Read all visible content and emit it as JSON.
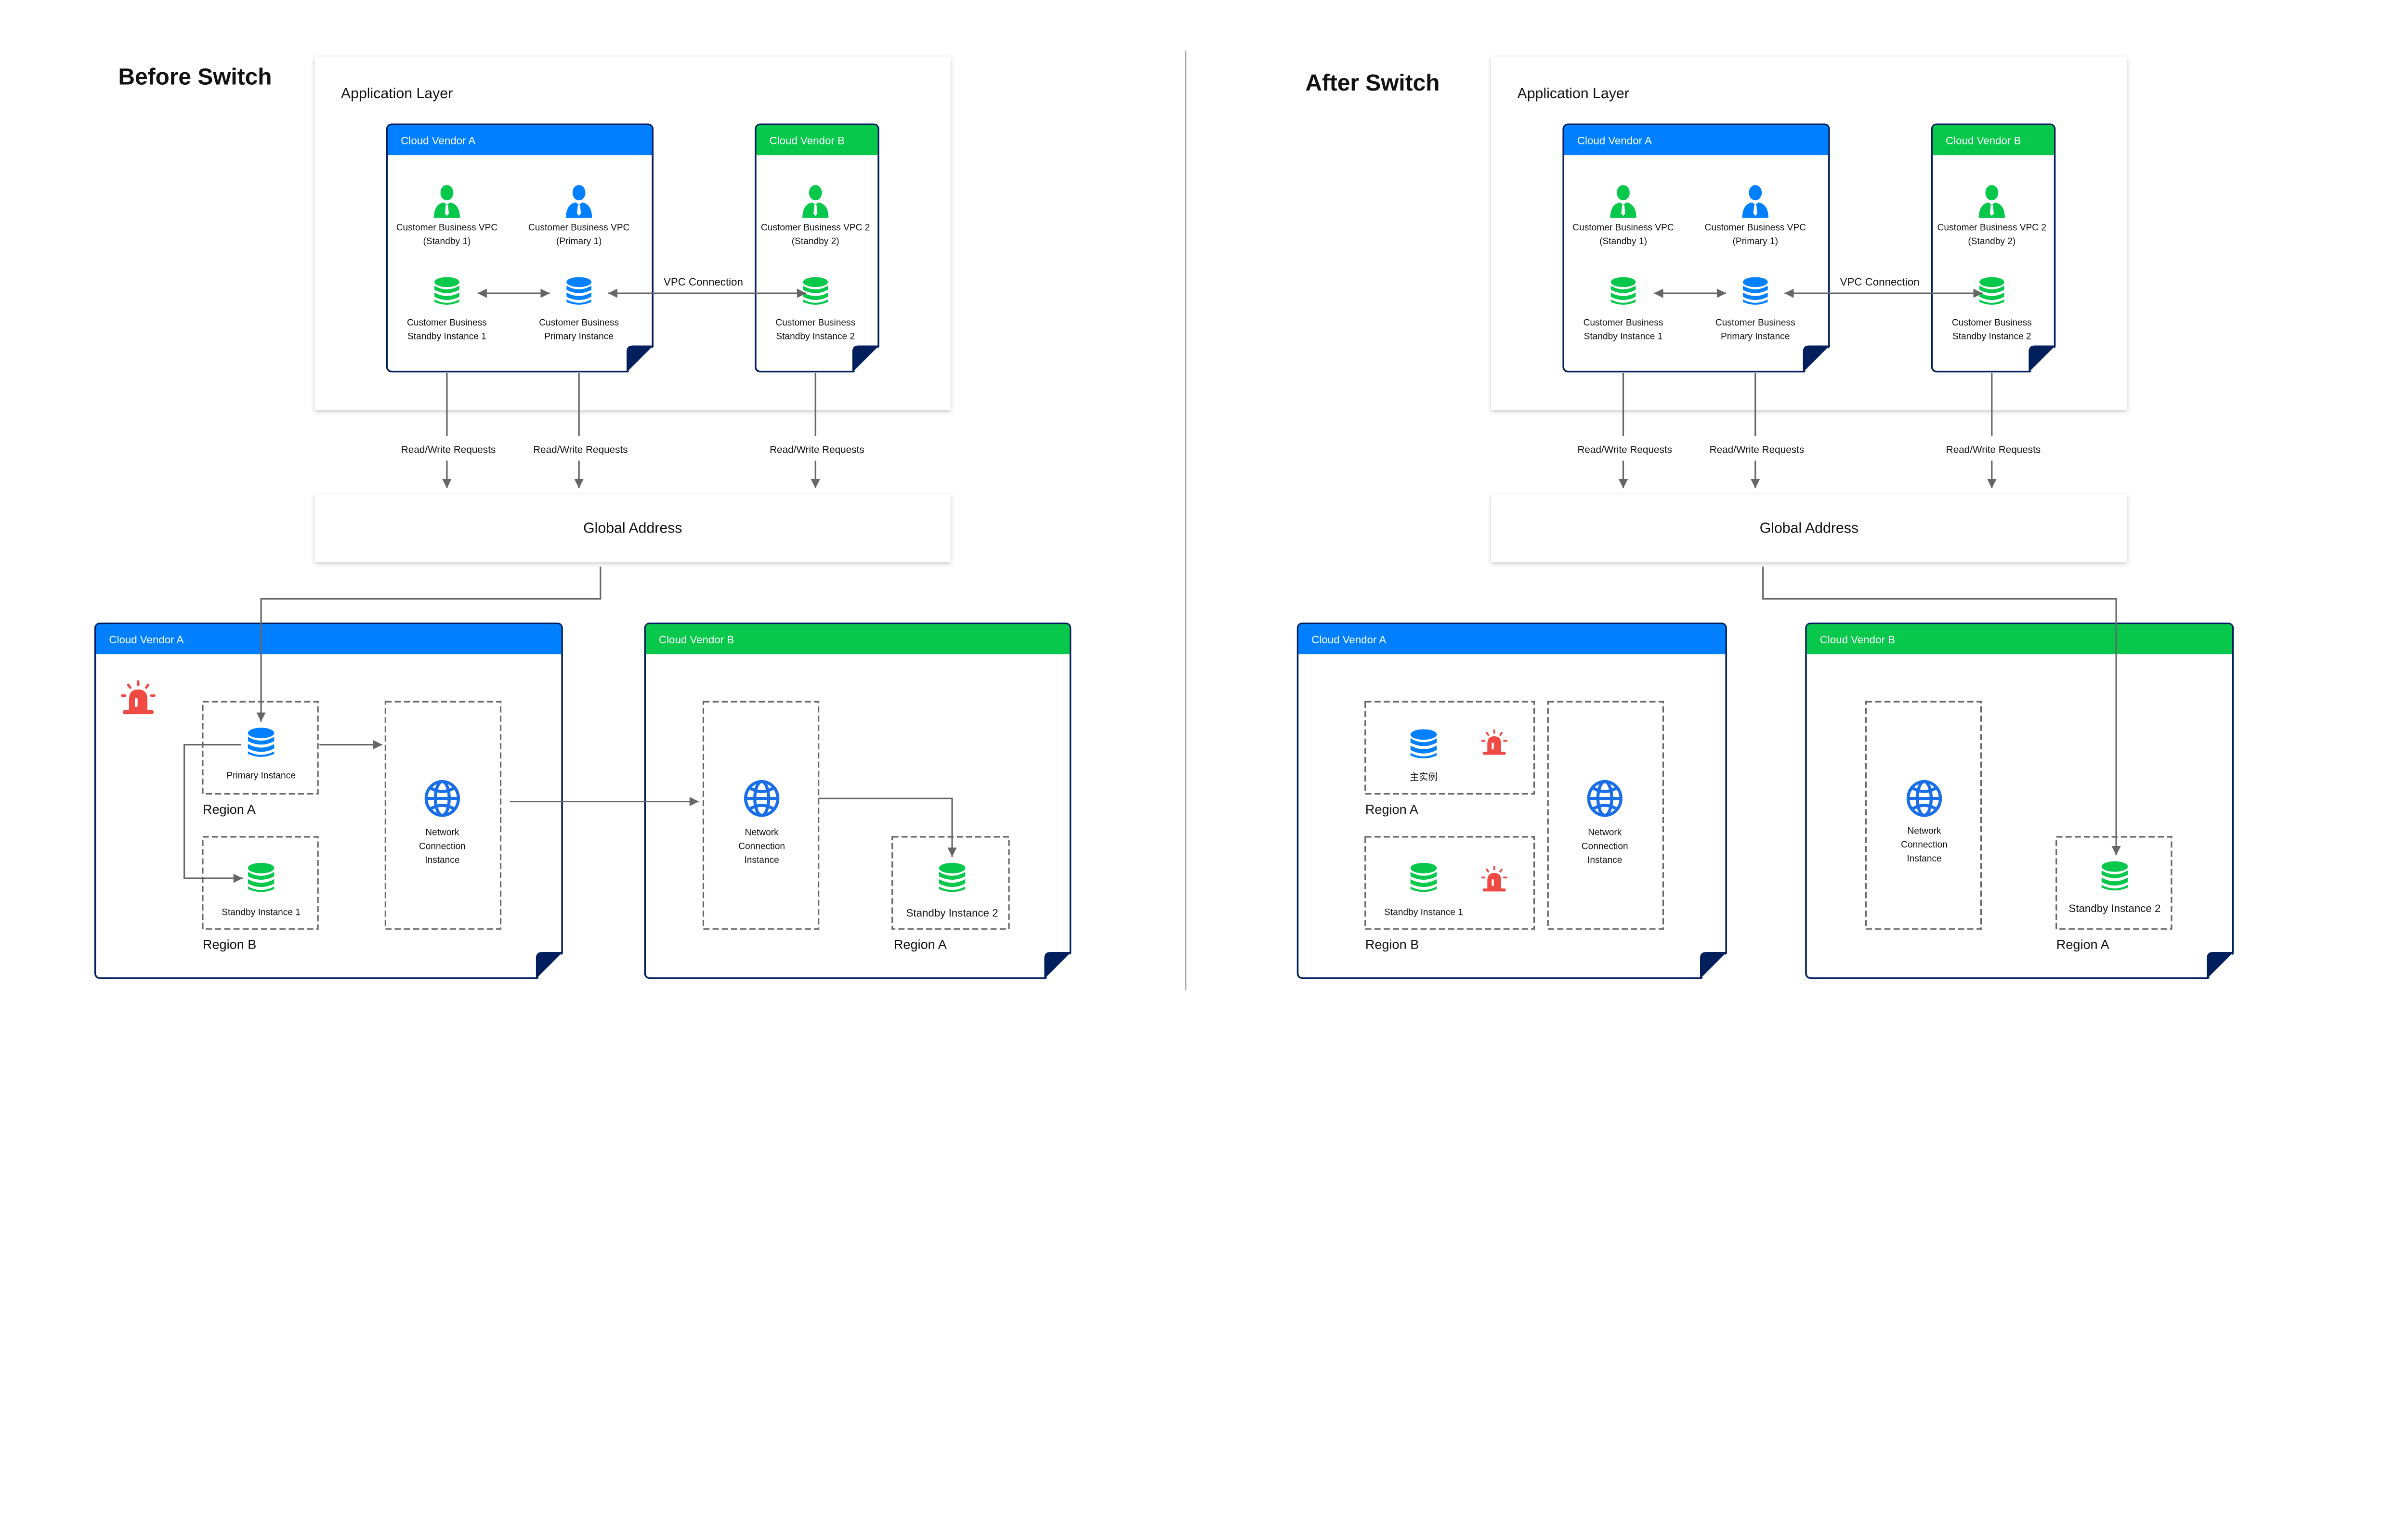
{
  "colors": {
    "vendor_a": "#0080ff",
    "vendor_b": "#07c84a",
    "alarm": "#f04a45",
    "card_border": "#001f5c",
    "connector": "#666666"
  },
  "icons": [
    "person-icon",
    "database-icon",
    "globe-icon",
    "alarm-icon"
  ],
  "panels": [
    {
      "title": "Before Switch",
      "app_layer": {
        "title": "Application Layer",
        "vendor_a": "Cloud Vendor A",
        "vendor_b": "Cloud Vendor B",
        "vpc_standby1": [
          "Customer Business VPC",
          "(Standby 1)"
        ],
        "vpc_primary": [
          "Customer Business VPC",
          "(Primary 1)"
        ],
        "vpc_standby2": [
          "Customer Business VPC 2",
          "(Standby 2)"
        ],
        "db_standby1": [
          "Customer Business",
          "Standby Instance 1"
        ],
        "db_primary": [
          "Customer Business",
          "Primary Instance"
        ],
        "db_standby2": [
          "Customer Business",
          "Standby Instance 2"
        ],
        "vpc_connection": "VPC Connection"
      },
      "requests": [
        "Read/Write Requests",
        "Read/Write Requests",
        "Read/Write Requests"
      ],
      "global_address": "Global Address",
      "bottom_vendor_a": {
        "title": "Cloud Vendor A",
        "region_a_instance": "Primary Instance",
        "region_a_label": "Region A",
        "region_b_instance": "Standby Instance 1",
        "region_b_label": "Region B",
        "network": [
          "Network",
          "Connection",
          "Instance"
        ]
      },
      "bottom_vendor_b": {
        "title": "Cloud Vendor B",
        "network": [
          "Network",
          "Connection",
          "Instance"
        ],
        "instance": "Standby Instance 2",
        "region_label": "Region A"
      }
    },
    {
      "title": "After Switch",
      "app_layer": {
        "title": "Application Layer",
        "vendor_a": "Cloud Vendor A",
        "vendor_b": "Cloud Vendor B",
        "vpc_standby1": [
          "Customer Business VPC",
          "(Standby 1)"
        ],
        "vpc_primary": [
          "Customer Business VPC",
          "(Primary 1)"
        ],
        "vpc_standby2": [
          "Customer Business VPC 2",
          "(Standby 2)"
        ],
        "db_standby1": [
          "Customer Business",
          "Standby Instance 1"
        ],
        "db_primary": [
          "Customer Business",
          "Primary Instance"
        ],
        "db_standby2": [
          "Customer Business",
          "Standby Instance 2"
        ],
        "vpc_connection": "VPC Connection"
      },
      "requests": [
        "Read/Write Requests",
        "Read/Write Requests",
        "Read/Write Requests"
      ],
      "global_address": "Global Address",
      "bottom_vendor_a": {
        "title": "Cloud Vendor A",
        "region_a_instance": "主实例",
        "region_a_label": "Region A",
        "region_b_instance": "Standby Instance 1",
        "region_b_label": "Region B",
        "network": [
          "Network",
          "Connection",
          "Instance"
        ]
      },
      "bottom_vendor_b": {
        "title": "Cloud Vendor B",
        "network": [
          "Network",
          "Connection",
          "Instance"
        ],
        "instance": "Standby Instance 2",
        "region_label": "Region A"
      }
    }
  ]
}
